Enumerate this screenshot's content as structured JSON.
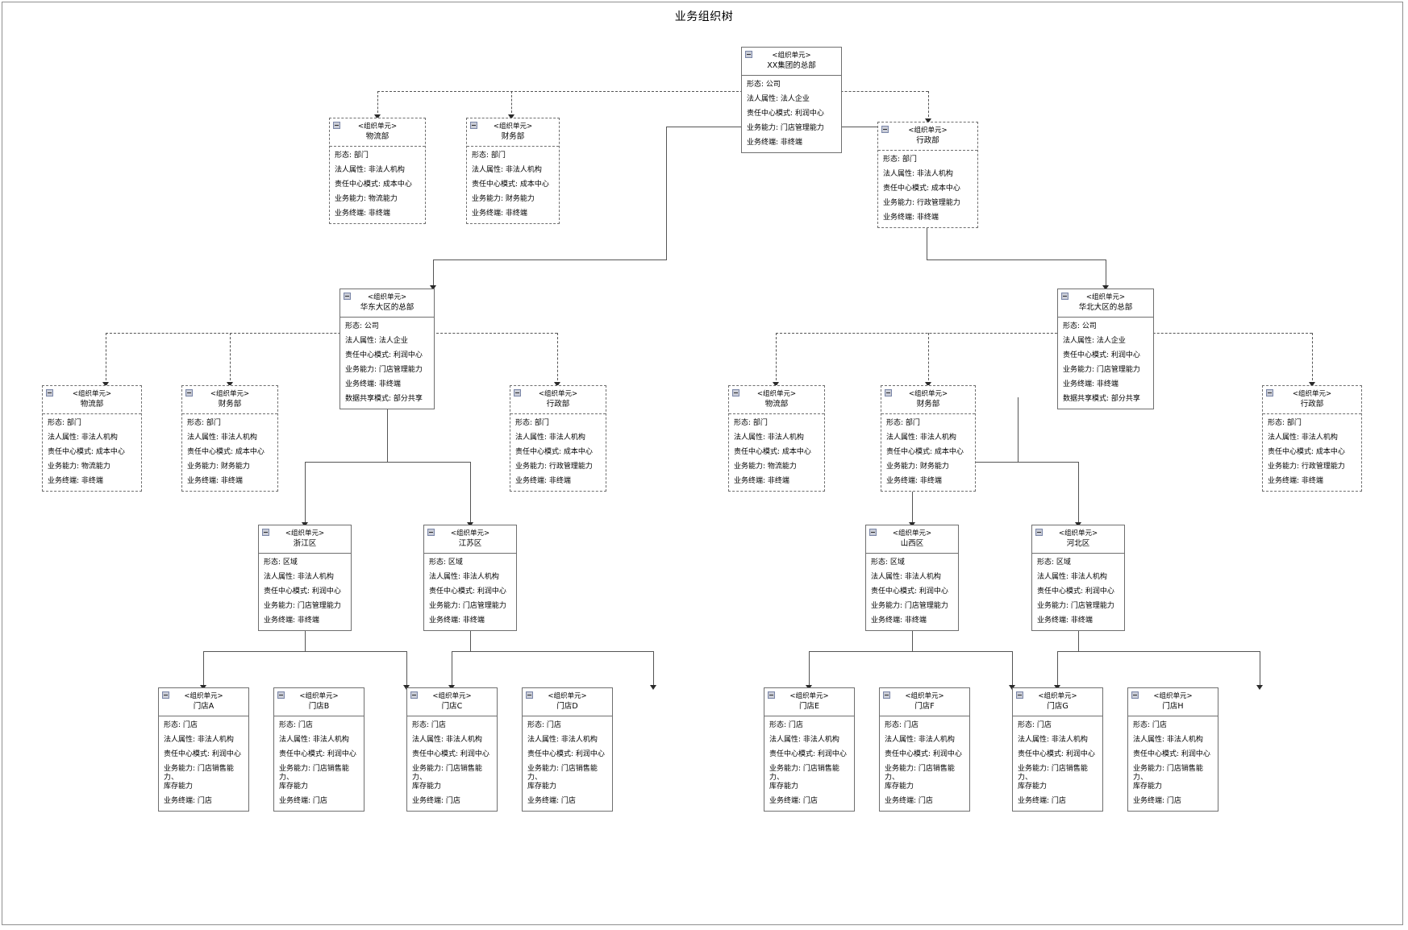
{
  "title": "业务组织树",
  "stereotype": "<组织单元>",
  "icon": "collapse-minus-icon",
  "labels": {
    "shape": "形态",
    "legal": "法人属性",
    "cost_center": "责任中心模式",
    "capability": "业务能力",
    "terminal": "业务终端",
    "data_share": "数据共享模式"
  },
  "nodes": {
    "root": {
      "name": "XX集团的总部",
      "attrs": [
        "形态: 公司",
        "法人属性: 法人企业",
        "责任中心模式: 利润中心",
        "业务能力: 门店管理能力",
        "业务终端: 非终端"
      ]
    },
    "hq_logistics": {
      "name": "物流部",
      "attrs": [
        "形态: 部门",
        "法人属性: 非法人机构",
        "责任中心模式: 成本中心",
        "业务能力: 物流能力",
        "业务终端: 非终端"
      ]
    },
    "hq_finance": {
      "name": "财务部",
      "attrs": [
        "形态: 部门",
        "法人属性: 非法人机构",
        "责任中心模式: 成本中心",
        "业务能力: 财务能力",
        "业务终端: 非终端"
      ]
    },
    "hq_admin": {
      "name": "行政部",
      "attrs": [
        "形态: 部门",
        "法人属性: 非法人机构",
        "责任中心模式: 成本中心",
        "业务能力: 行政管理能力",
        "业务终端: 非终端"
      ]
    },
    "east_hq": {
      "name": "华东大区的总部",
      "attrs": [
        "形态: 公司",
        "法人属性: 法人企业",
        "责任中心模式: 利润中心",
        "业务能力: 门店管理能力",
        "业务终端: 非终端",
        "数据共享模式: 部分共享"
      ]
    },
    "east_logistics": {
      "name": "物流部",
      "attrs": [
        "形态: 部门",
        "法人属性: 非法人机构",
        "责任中心模式: 成本中心",
        "业务能力: 物流能力",
        "业务终端: 非终端"
      ]
    },
    "east_finance": {
      "name": "财务部",
      "attrs": [
        "形态: 部门",
        "法人属性: 非法人机构",
        "责任中心模式: 成本中心",
        "业务能力: 财务能力",
        "业务终端: 非终端"
      ]
    },
    "east_admin": {
      "name": "行政部",
      "attrs": [
        "形态: 部门",
        "法人属性: 非法人机构",
        "责任中心模式: 成本中心",
        "业务能力: 行政管理能力",
        "业务终端: 非终端"
      ]
    },
    "north_hq": {
      "name": "华北大区的总部",
      "attrs": [
        "形态: 公司",
        "法人属性: 法人企业",
        "责任中心模式: 利润中心",
        "业务能力: 门店管理能力",
        "业务终端: 非终端",
        "数据共享模式: 部分共享"
      ]
    },
    "north_logistics": {
      "name": "物流部",
      "attrs": [
        "形态: 部门",
        "法人属性: 非法人机构",
        "责任中心模式: 成本中心",
        "业务能力: 物流能力",
        "业务终端: 非终端"
      ]
    },
    "north_finance": {
      "name": "财务部",
      "attrs": [
        "形态: 部门",
        "法人属性: 非法人机构",
        "责任中心模式: 成本中心",
        "业务能力: 财务能力",
        "业务终端: 非终端"
      ]
    },
    "north_admin": {
      "name": "行政部",
      "attrs": [
        "形态: 部门",
        "法人属性: 非法人机构",
        "责任中心模式: 成本中心",
        "业务能力: 行政管理能力",
        "业务终端: 非终端"
      ]
    },
    "zhejiang": {
      "name": "浙江区",
      "attrs": [
        "形态: 区域",
        "法人属性: 非法人机构",
        "责任中心模式: 利润中心",
        "业务能力: 门店管理能力",
        "业务终端: 非终端"
      ]
    },
    "jiangsu": {
      "name": "江苏区",
      "attrs": [
        "形态: 区域",
        "法人属性: 非法人机构",
        "责任中心模式: 利润中心",
        "业务能力: 门店管理能力",
        "业务终端: 非终端"
      ]
    },
    "shanxi": {
      "name": "山西区",
      "attrs": [
        "形态: 区域",
        "法人属性: 非法人机构",
        "责任中心模式: 利润中心",
        "业务能力: 门店管理能力",
        "业务终端: 非终端"
      ]
    },
    "hebei": {
      "name": "河北区",
      "attrs": [
        "形态: 区域",
        "法人属性: 非法人机构",
        "责任中心模式: 利润中心",
        "业务能力: 门店管理能力",
        "业务终端: 非终端"
      ]
    },
    "store_a": {
      "name": "门店A",
      "attrs": [
        "形态: 门店",
        "法人属性: 非法人机构",
        "责任中心模式: 利润中心",
        "业务能力: 门店销售能力、\n库存能力",
        "业务终端: 门店"
      ]
    },
    "store_b": {
      "name": "门店B",
      "attrs": [
        "形态: 门店",
        "法人属性: 非法人机构",
        "责任中心模式: 利润中心",
        "业务能力: 门店销售能力、\n库存能力",
        "业务终端: 门店"
      ]
    },
    "store_c": {
      "name": "门店C",
      "attrs": [
        "形态: 门店",
        "法人属性: 非法人机构",
        "责任中心模式: 利润中心",
        "业务能力: 门店销售能力、\n库存能力",
        "业务终端: 门店"
      ]
    },
    "store_d": {
      "name": "门店D",
      "attrs": [
        "形态: 门店",
        "法人属性: 非法人机构",
        "责任中心模式: 利润中心",
        "业务能力: 门店销售能力、\n库存能力",
        "业务终端: 门店"
      ]
    },
    "store_e": {
      "name": "门店E",
      "attrs": [
        "形态: 门店",
        "法人属性: 非法人机构",
        "责任中心模式: 利润中心",
        "业务能力: 门店销售能力、\n库存能力",
        "业务终端: 门店"
      ]
    },
    "store_f": {
      "name": "门店F",
      "attrs": [
        "形态: 门店",
        "法人属性: 非法人机构",
        "责任中心模式: 利润中心",
        "业务能力: 门店销售能力、\n库存能力",
        "业务终端: 门店"
      ]
    },
    "store_g": {
      "name": "门店G",
      "attrs": [
        "形态: 门店",
        "法人属性: 非法人机构",
        "责任中心模式: 利润中心",
        "业务能力: 门店销售能力、\n库存能力",
        "业务终端: 门店"
      ]
    },
    "store_h": {
      "name": "门店H",
      "attrs": [
        "形态: 门店",
        "法人属性: 非法人机构",
        "责任中心模式: 利润中心",
        "业务能力: 门店销售能力、\n库存能力",
        "业务终端: 门店"
      ]
    }
  }
}
